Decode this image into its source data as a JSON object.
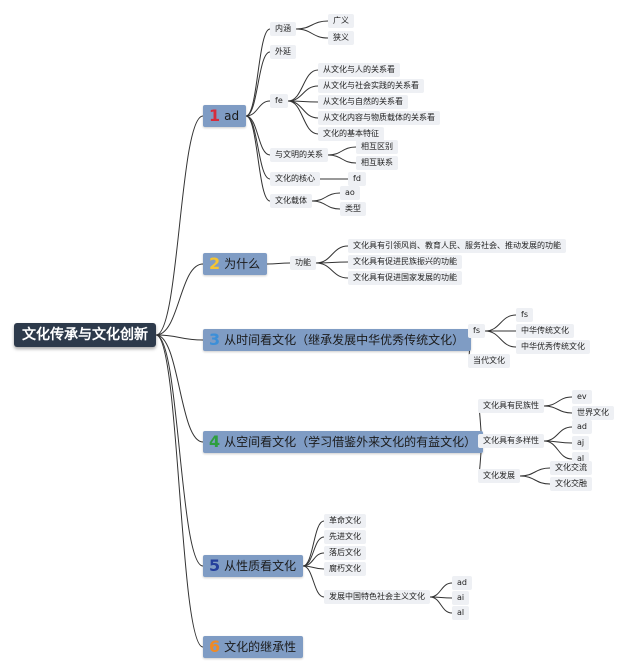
{
  "root": "文化传承与文化创新",
  "branches": [
    {
      "num": "1",
      "num_color": "#d62c3c",
      "label": "ad",
      "children": [
        {
          "label": "内涵",
          "children": [
            "广义",
            "狭义"
          ]
        },
        {
          "label": "外延",
          "children": []
        },
        {
          "label": "fe",
          "children": [
            "从文化与人的关系看",
            "从文化与社会实践的关系看",
            "从文化与自然的关系看",
            "从文化内容与物质载体的关系看",
            "文化的基本特征"
          ]
        },
        {
          "label": "与文明的关系",
          "children": [
            "相互区别",
            "相互联系"
          ]
        },
        {
          "label": "文化的核心",
          "children": [
            "fd"
          ]
        },
        {
          "label": "文化载体",
          "children": [
            "ao",
            "类型"
          ]
        }
      ]
    },
    {
      "num": "2",
      "num_color": "#f4c432",
      "label": "为什么",
      "children": [
        {
          "label": "功能",
          "children": [
            "文化具有引领风尚、教育人民、服务社会、推动发展的功能",
            "文化具有促进民族振兴的功能",
            "文化具有促进国家发展的功能"
          ]
        }
      ]
    },
    {
      "num": "3",
      "num_color": "#3c8fd8",
      "label": "从时间看文化（继承发展中华优秀传统文化）",
      "children": [
        {
          "label": "fs",
          "children": [
            "fs",
            "中华传统文化",
            "中华优秀传统文化"
          ]
        },
        {
          "label": "当代文化",
          "children": []
        }
      ]
    },
    {
      "num": "4",
      "num_color": "#2e9e3e",
      "label": "从空间看文化（学习借鉴外来文化的有益文化）",
      "children": [
        {
          "label": "文化具有民族性",
          "children": [
            "ev",
            "世界文化"
          ]
        },
        {
          "label": "文化具有多样性",
          "children": [
            "ad",
            "aj",
            "al"
          ]
        },
        {
          "label": "文化发展",
          "children": [
            "文化交流",
            "文化交融"
          ]
        }
      ]
    },
    {
      "num": "5",
      "num_color": "#243f9c",
      "label": "从性质看文化",
      "children": [
        {
          "label": "革命文化",
          "children": []
        },
        {
          "label": "先进文化",
          "children": []
        },
        {
          "label": "落后文化",
          "children": []
        },
        {
          "label": "腐朽文化",
          "children": []
        },
        {
          "label": "发展中国特色社会主义文化",
          "children": [
            "ad",
            "ai",
            "al"
          ]
        }
      ]
    },
    {
      "num": "6",
      "num_color": "#f08a24",
      "label": "文化的继承性",
      "children": []
    }
  ]
}
